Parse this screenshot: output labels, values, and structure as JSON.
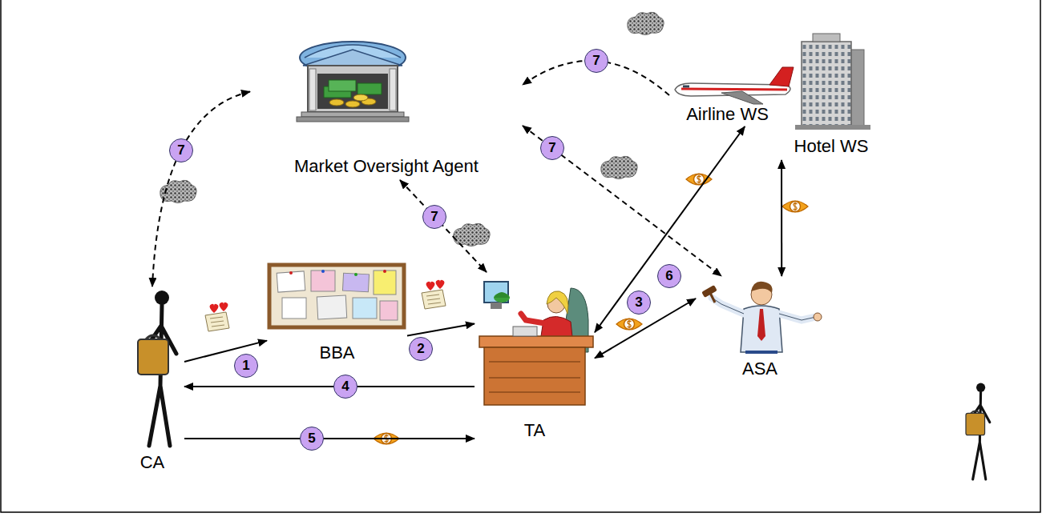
{
  "diagram": {
    "nodes": [
      {
        "text": [
          "Market Oversight Agent"
        ]
      },
      {
        "text": [
          "Airline WS"
        ]
      },
      {
        "text": [
          "Hotel WS"
        ]
      },
      {
        "text": [
          "CA"
        ]
      },
      {
        "text": [
          "BBA"
        ]
      },
      {
        "text": [
          "TA"
        ]
      },
      {
        "text": [
          "ASA"
        ]
      }
    ],
    "edges": [
      {
        "from": 1,
        "to": 0,
        "arrow": "to",
        "label": "7"
      },
      {
        "from": 0,
        "to": 3,
        "arrow": "both",
        "label": "7"
      },
      {
        "from": 0,
        "to": 6,
        "arrow": "both",
        "label": "7"
      },
      {
        "from": 0,
        "to": 5,
        "arrow": "both",
        "label": "7"
      },
      {
        "from": 3,
        "to": 4,
        "arrow": "to",
        "label": "1"
      },
      {
        "from": 4,
        "to": 5,
        "arrow": "to",
        "label": "2"
      },
      {
        "from": 5,
        "to": 3,
        "arrow": "to",
        "label": "4"
      },
      {
        "from": 3,
        "to": 5,
        "arrow": "to",
        "label": "5"
      },
      {
        "from": 5,
        "to": 1,
        "arrow": "both"
      },
      {
        "from": 5,
        "to": 6,
        "arrow": "both",
        "label": "3"
      },
      {
        "from": 6,
        "to": 2,
        "arrow": "both"
      }
    ],
    "labels": [
      "6"
    ]
  }
}
